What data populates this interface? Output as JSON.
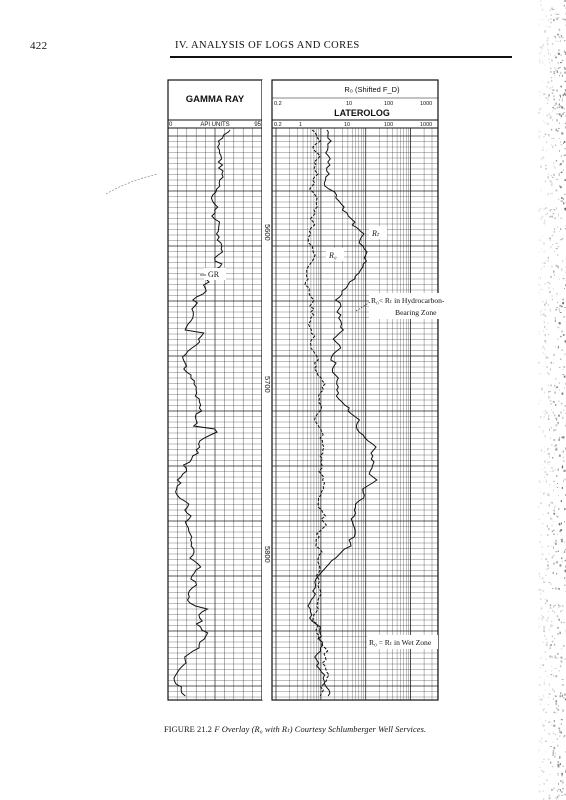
{
  "page": {
    "number": "422",
    "running_head": "IV. ANALYSIS OF LOGS AND CORES"
  },
  "figure": {
    "gamma_track": {
      "title": "GAMMA RAY",
      "units": "API UNITS",
      "scale_min": "0",
      "scale_max": "95"
    },
    "resistivity_track": {
      "title_top": "R₀ (Shifted F_D)",
      "title_main": "LATEROLOG",
      "upper_scale": [
        "0.2",
        "10",
        "100",
        "1000"
      ],
      "lower_scale": [
        "0.2",
        "1",
        "10",
        "100",
        "1000"
      ]
    },
    "depths": [
      "5600",
      "5700",
      "5800"
    ],
    "labels": {
      "gr": "GR",
      "rt": "Rₜ",
      "r0": "R₀",
      "hydrocarbon_line1": "R₀< Rₜ in Hydrocarbon-",
      "hydrocarbon_line2": "Bearing Zone",
      "wet_zone": "R₀ = Rₜ in Wet Zone"
    },
    "caption": {
      "label": "FIGURE 21.2",
      "text": "F Overlay (R₀ with Rₜ)  Courtesy Schlumberger Well Services."
    }
  }
}
